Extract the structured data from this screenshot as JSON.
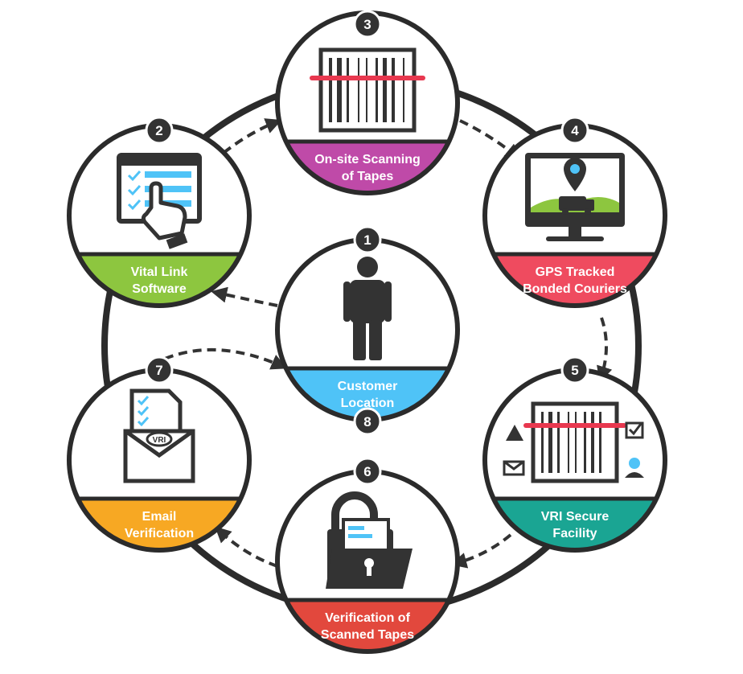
{
  "diagram": {
    "colors": {
      "outline": "#2b2b2b",
      "icon": "#333333",
      "ring": "#2b2b2b",
      "arrow": "#333333",
      "badge": "#333333",
      "accent_red": "#e8384f",
      "accent_blue": "#4fc3f7"
    },
    "steps": [
      {
        "id": "customer",
        "number": "1",
        "extra_number": "8",
        "label_lines": [
          "Customer",
          "Location"
        ],
        "band_color": "#4fc3f7",
        "icon": "person-icon"
      },
      {
        "id": "vitallink",
        "number": "2",
        "label_lines": [
          "Vital Link",
          "Software"
        ],
        "band_color": "#8dc63f",
        "icon": "checklist-pointer-icon"
      },
      {
        "id": "scanning",
        "number": "3",
        "label_lines": [
          "On-site Scanning",
          "of Tapes"
        ],
        "band_color": "#bf4aa8",
        "icon": "barcode-scan-icon"
      },
      {
        "id": "gps",
        "number": "4",
        "label_lines": [
          "GPS Tracked",
          "Bonded Couriers"
        ],
        "band_color": "#ef4b5f",
        "icon": "gps-monitor-icon"
      },
      {
        "id": "facility",
        "number": "5",
        "label_lines": [
          "VRI Secure",
          "Facility"
        ],
        "band_color": "#1aa593",
        "icon": "facility-barcode-icon"
      },
      {
        "id": "verifytapes",
        "number": "6",
        "label_lines": [
          "Verification of",
          "Scanned Tapes"
        ],
        "band_color": "#e2483d",
        "icon": "locked-folder-icon"
      },
      {
        "id": "email",
        "number": "7",
        "label_lines": [
          "Email",
          "Verification"
        ],
        "band_color": "#f7a823",
        "icon": "email-envelope-icon"
      }
    ],
    "logo_text": "VRI"
  }
}
